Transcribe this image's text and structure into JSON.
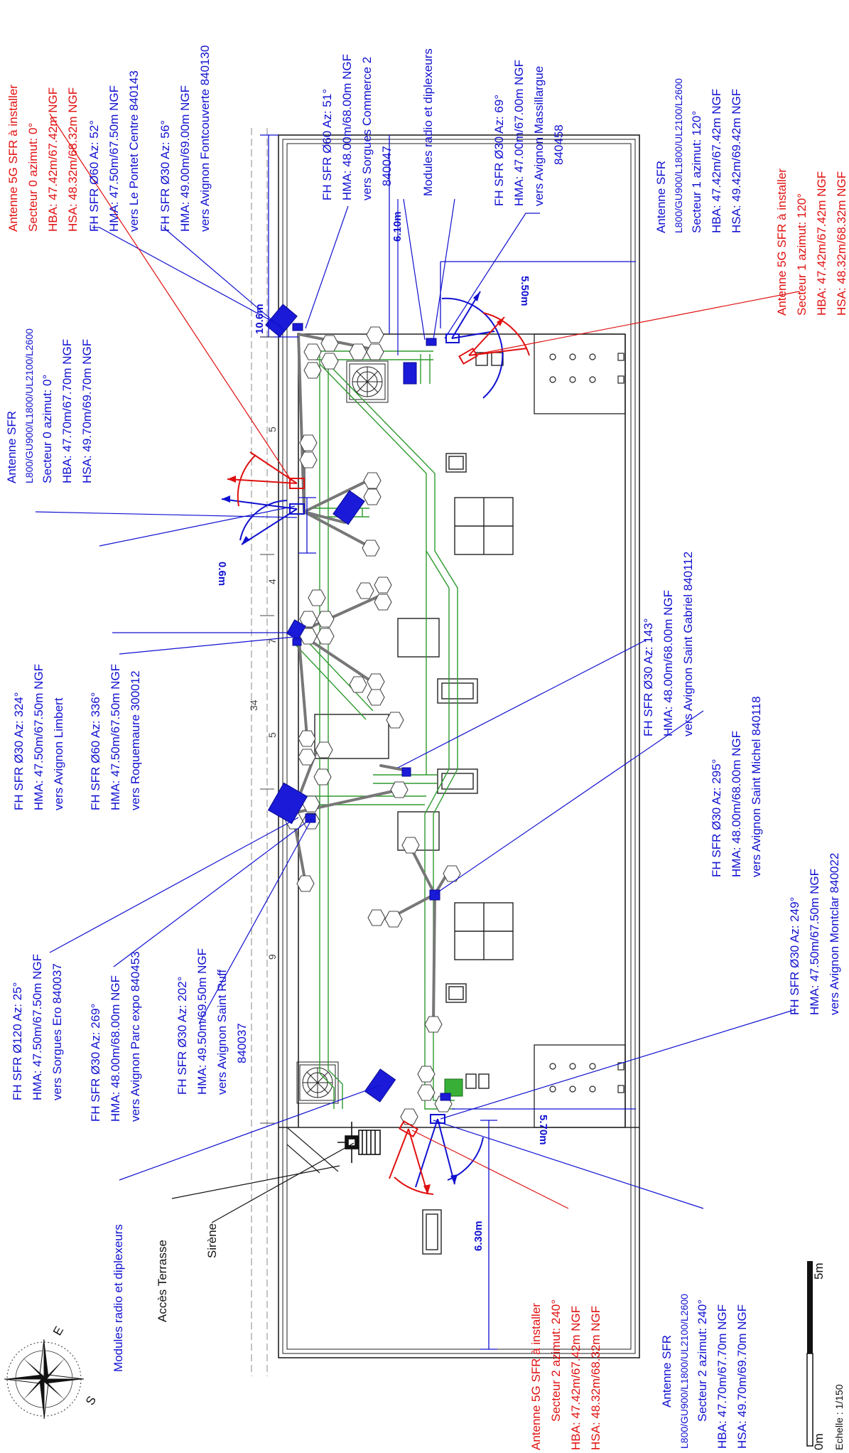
{
  "colors": {
    "outline": "#222222",
    "cable": "#2e9a2e",
    "fh": "#1010d0",
    "new_antenna": "#e01010",
    "existing": "#1010d0",
    "support": "#777777"
  },
  "blue_labels": {
    "fh_840143": [
      "FH SFR Ø60 Az: 52°",
      "HMA: 47.50m/67.50m NGF",
      "vers Le Pontet Centre 840143"
    ],
    "fh_840130": [
      "FH SFR Ø30 Az: 56°",
      "HMA: 49.00m/69.00m NGF",
      "vers Avignon Fontcouverte 840130"
    ],
    "fh_840047": [
      "FH SFR Ø60 Az: 51°",
      "HMA: 48.00m/68.00m NGF",
      "vers Sorgues Commerce 2",
      "840047"
    ],
    "modules_top": [
      "Modules radio et diplexeurs"
    ],
    "fh_840458": [
      "FH SFR Ø30 Az: 69°",
      "HMA: 47.00m/67.00m NGF",
      "vers Avignon Massillargue",
      "840458"
    ],
    "ant_sec1": [
      "Antenne SFR",
      "L800/GU900/L1800/UL2100/L2600",
      "Secteur 1 azimut: 120°",
      "HBA: 47.42m/67.42m NGF",
      "HSA: 49.42m/69.42m NGF"
    ],
    "ant_sec0": [
      "Antenne SFR",
      "L800/GU900/L1800/UL2100/L2600",
      "Secteur 0 azimut: 0°",
      "HBA: 47.70m/67.70m NGF",
      "HSA: 49.70m/69.70m NGF"
    ],
    "fh_840112": [
      "FH SFR Ø30 Az: 143°",
      "HMA: 48.00m/68.00m NGF",
      "vers Avignon Saint Gabriel 840112"
    ],
    "fh_840118": [
      "FH SFR Ø30 Az: 295°",
      "HMA: 48.00m/68.00m NGF",
      "vers Avignon Saint Michel 840118"
    ],
    "fh_840022": [
      "FH SFR Ø30 Az: 249°",
      "HMA: 47.50m/67.50m NGF",
      "vers Avignon Montclar 840022"
    ],
    "fh_limbert": [
      "FH SFR Ø30 Az: 324°",
      "HMA: 47.50m/67.50m NGF",
      "vers Avignon Limbert"
    ],
    "fh_300012": [
      "FH SFR Ø60 Az: 336°",
      "HMA: 47.50m/67.50m NGF",
      "vers Roquemaure 300012"
    ],
    "fh_ero": [
      "FH SFR Ø120 Az: 25°",
      "HMA: 47.50m/67.50m NGF",
      "vers Sorgues Ero 840037"
    ],
    "fh_840453": [
      "FH SFR Ø30 Az: 269°",
      "HMA: 48.00m/68.00m NGF",
      "vers Avignon Parc expo 840453"
    ],
    "fh_ruff": [
      "FH SFR Ø30 Az: 202°",
      "HMA: 49.50m/69.50m NGF",
      "vers Avignon Saint Ruff",
      "840037"
    ],
    "modules_bottom": [
      "Modules radio et diplexeurs"
    ],
    "ant_sec2": [
      "Antenne SFR",
      "L800/GU900/L1800/UL2100/L2600",
      "Secteur 2 azimut: 240°",
      "HBA: 47.70m/67.70m NGF",
      "HSA: 49.70m/69.70m NGF"
    ]
  },
  "red_labels": {
    "new_sec0": [
      "Antenne 5G SFR à installer",
      "Secteur 0 azimut: 0°",
      "HBA: 47.42m/67.42m NGF",
      "HSA: 48.32m/68.32m NGF"
    ],
    "new_sec1": [
      "Antenne 5G SFR à installer",
      "Secteur 1 azimut: 120°",
      "HBA: 47.42m/67.42m NGF",
      "HSA: 48.32m/68.32m NGF"
    ],
    "new_sec2": [
      "Antenne 5G SFR à installer",
      "Secteur 2 azimut: 240°",
      "HBA: 47.42m/67.42m NGF",
      "HSA: 48.32m/68.32m NGF"
    ]
  },
  "black_labels": {
    "acces": "Accès Terrasse",
    "sirene": "Sirène"
  },
  "dimensions": {
    "d_610": "6.10m",
    "d_106": "10.6m",
    "d_550": "5.50m",
    "d_06": "0.6m",
    "d_570": "5.70m",
    "d_630": "6.30m",
    "seg_34": "34",
    "seg_5a": "5",
    "seg_4": "4",
    "seg_7": "7",
    "seg_5b": "5",
    "seg_9": "9"
  },
  "scale": {
    "zero": "0m",
    "five": "5m",
    "ratio": "Echelle : 1/150"
  },
  "compass": {
    "east": "E",
    "south": "S"
  }
}
